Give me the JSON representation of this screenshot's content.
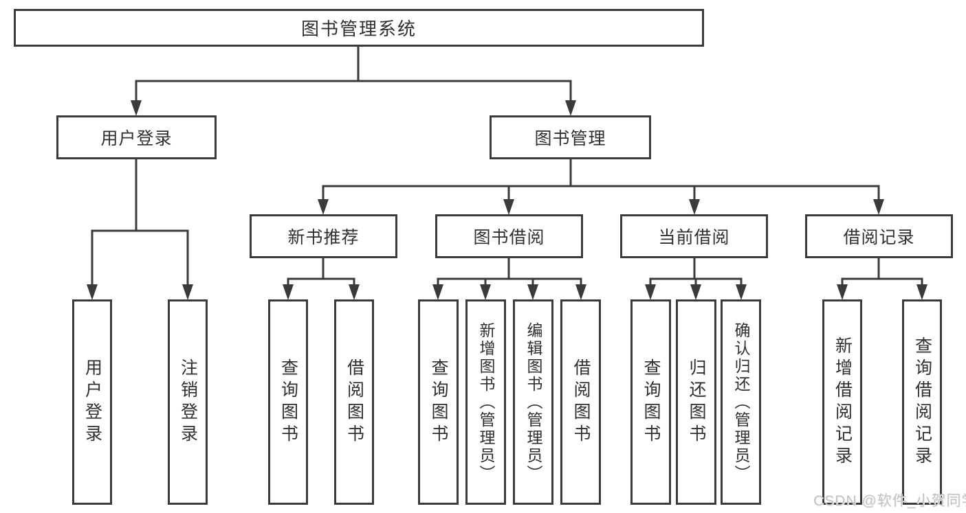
{
  "diagram": {
    "title": "图书管理系统",
    "branches": [
      {
        "label": "用户登录",
        "children": [
          "用户登录",
          "注销登录"
        ]
      },
      {
        "label": "图书管理",
        "sections": [
          {
            "label": "新书推荐",
            "children": [
              "查询图书",
              "借阅图书"
            ]
          },
          {
            "label": "图书借阅",
            "children": [
              "查询图书",
              "新增图书（管理员）",
              "编辑图书（管理员）",
              "借阅图书"
            ]
          },
          {
            "label": "当前借阅",
            "children": [
              "查询图书",
              "归还图书",
              "确认归还（管理员）"
            ]
          },
          {
            "label": "借阅记录",
            "children": [
              "新增借阅记录",
              "查询借阅记录"
            ]
          }
        ]
      }
    ],
    "line_color": "#3a3a3a",
    "box_background": "#ffffff",
    "text_color": "#2f2f2f"
  },
  "watermark": "CSDN @软件_小贺同学"
}
